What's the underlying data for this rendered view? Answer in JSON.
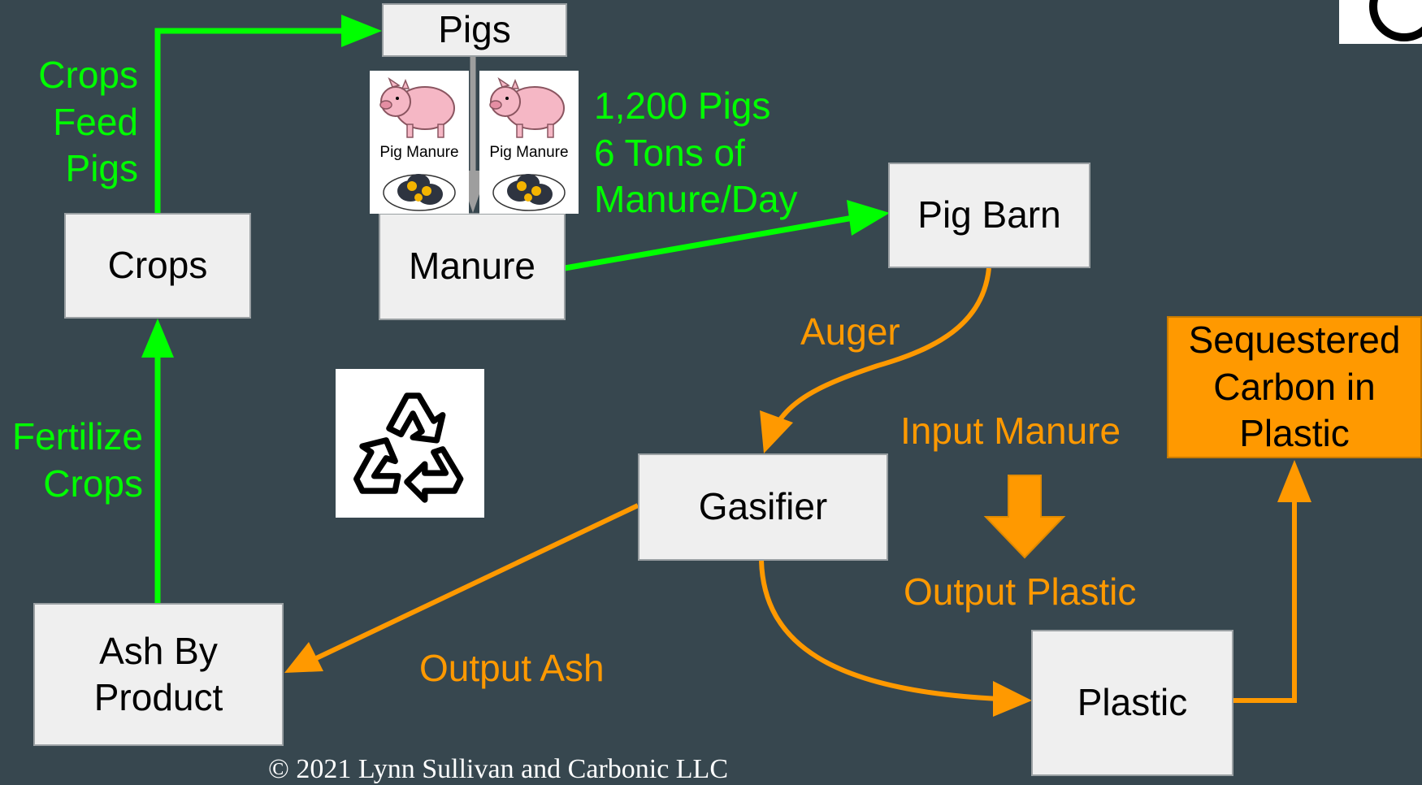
{
  "nodes": {
    "pigs": "Pigs",
    "crops": "Crops",
    "manure": "Manure",
    "pig_barn": "Pig Barn",
    "gasifier": "Gasifier",
    "ash_by_product": "Ash By Product",
    "plastic": "Plastic",
    "sequestered": "Sequestered Carbon in Plastic"
  },
  "labels": {
    "crops_feed_pigs": "Crops Feed Pigs",
    "pig_stats_line1": "1,200 Pigs",
    "pig_stats_line2": "6 Tons of",
    "pig_stats_line3": "Manure/Day",
    "auger": "Auger",
    "fertilize_crops": "Fertilize Crops",
    "input_manure": "Input Manure",
    "output_plastic": "Output Plastic",
    "output_ash": "Output Ash"
  },
  "pig_cards": [
    {
      "label": "Pig Manure"
    },
    {
      "label": "Pig Manure"
    }
  ],
  "copyright": "© 2021 Lynn Sullivan and Carbonic LLC",
  "colors": {
    "background": "#37474f",
    "green_flow": "#00ff00",
    "orange_flow": "#ff9900",
    "box_fill": "#efefef"
  },
  "icons": [
    "recycle-icon",
    "pig-icon",
    "manure-pile-icon",
    "logo-icon"
  ]
}
